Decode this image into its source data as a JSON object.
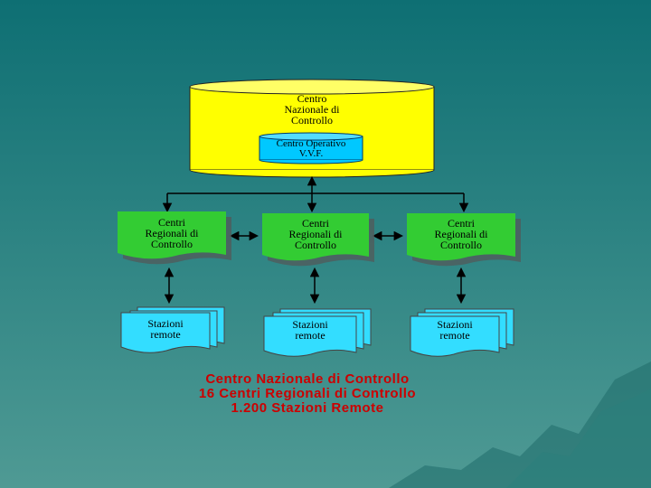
{
  "colors": {
    "background_top": "#0e6f73",
    "background_bottom": "#4f9a94",
    "national_box": "#ffff00",
    "operative_cylinder": "#00c8ff",
    "regional_box": "#33cc33",
    "remote_box": "#33ddff",
    "caption": "#cc0000"
  },
  "diagram": {
    "national": {
      "label": "Centro Nazionale di Controllo",
      "lines": [
        "Centro",
        "Nazionale di",
        "Controllo"
      ]
    },
    "operative": {
      "label": "Centro Operativo V.V.F.",
      "lines": [
        "Centro Operativo",
        "V.V.F."
      ]
    },
    "regional": [
      {
        "lines": [
          "Centri",
          "Regionali di",
          "Controllo"
        ]
      },
      {
        "lines": [
          "Centri",
          "Regionali di",
          "Controllo"
        ]
      },
      {
        "lines": [
          "Centri",
          "Regionali di",
          "Controllo"
        ]
      }
    ],
    "remote": [
      {
        "lines": [
          "Stazioni",
          "remote"
        ]
      },
      {
        "lines": [
          "Stazioni",
          "remote"
        ]
      },
      {
        "lines": [
          "Stazioni",
          "remote"
        ]
      }
    ]
  },
  "caption": {
    "line1": "Centro Nazionale di Controllo",
    "line2": "16  Centri Regionali di Controllo",
    "line3": "1.200  Stazioni Remote"
  }
}
